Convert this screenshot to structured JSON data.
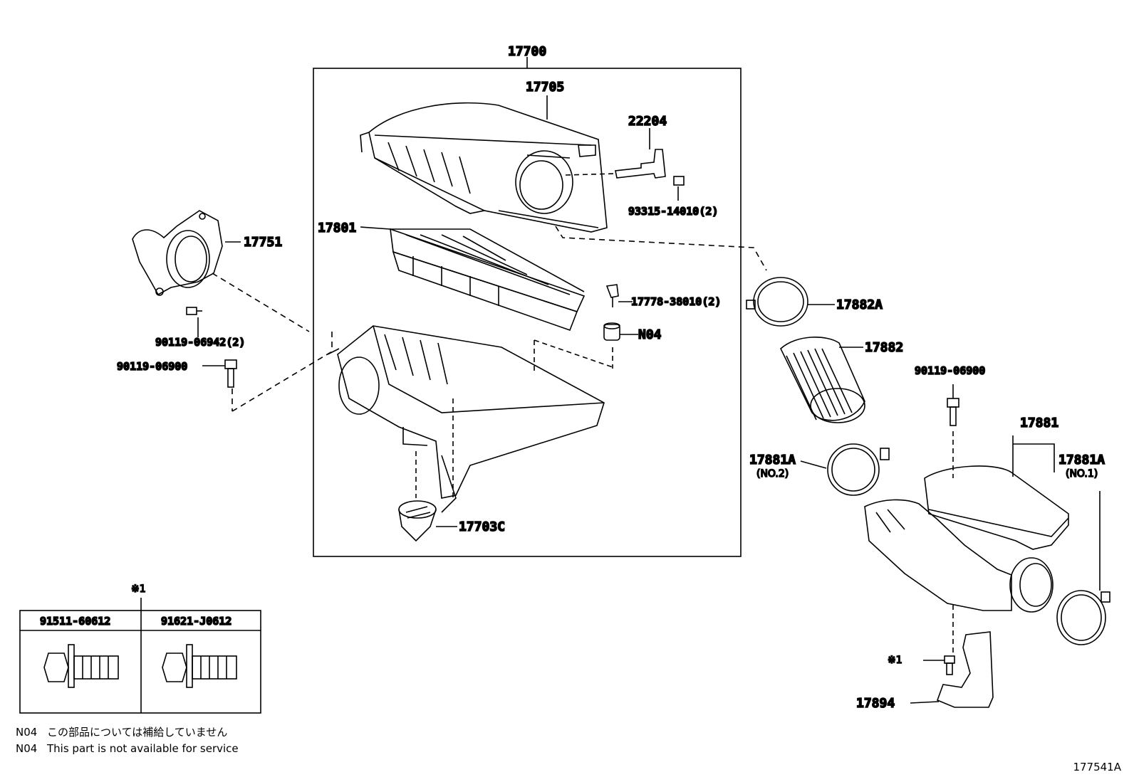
{
  "parts": {
    "p17700": "17700",
    "p17705": "17705",
    "p22204": "22204",
    "p93315": "93315-14010(2)",
    "p17801": "17801",
    "p17751": "17751",
    "p17778": "17778-38010(2)",
    "n04": "N04",
    "p90119a": "90119-06942(2)",
    "p90119b": "90119-06900",
    "p17703c": "17703C",
    "p17882a": "17882A",
    "p17882": "17882",
    "p90119c": "90119-06900",
    "p17881": "17881",
    "p17881a_no2": "17881A",
    "p17881a_no2_sub": "(NO.2)",
    "p17881a_no1": "17881A",
    "p17881a_no1_sub": "(NO.1)",
    "p17894": "17894",
    "ref_mark": "※1"
  },
  "bolt_table": {
    "mark": "※1",
    "col1": "91511-60612",
    "col2": "91621-J0612"
  },
  "notes": [
    {
      "code": "N04",
      "text": "この部品については補給していません"
    },
    {
      "code": "N04",
      "text": "This part is not available for service"
    }
  ],
  "diagram_id": "177541A"
}
